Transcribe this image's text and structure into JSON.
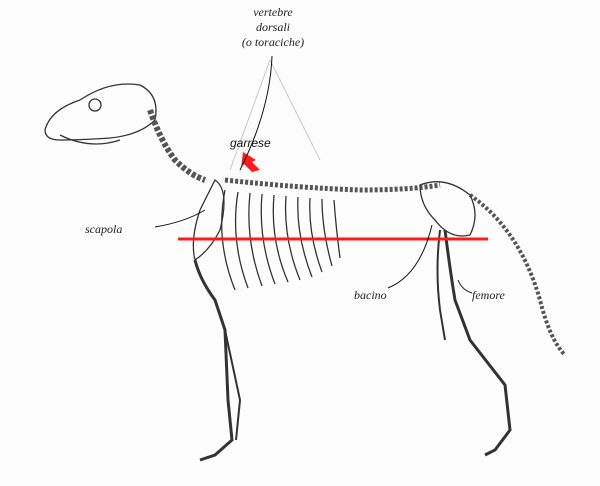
{
  "title": "Scheletro del cane",
  "labels": {
    "vertebre_line1": "vertebre",
    "vertebre_line2": "dorsali",
    "vertebre_line3": "(o toraciche)",
    "garrese": "garrese",
    "scapola": "scapola",
    "bacino": "bacino",
    "femore": "femore"
  },
  "colors": {
    "highlight": "#ff1a1a",
    "bone": "#333333"
  }
}
